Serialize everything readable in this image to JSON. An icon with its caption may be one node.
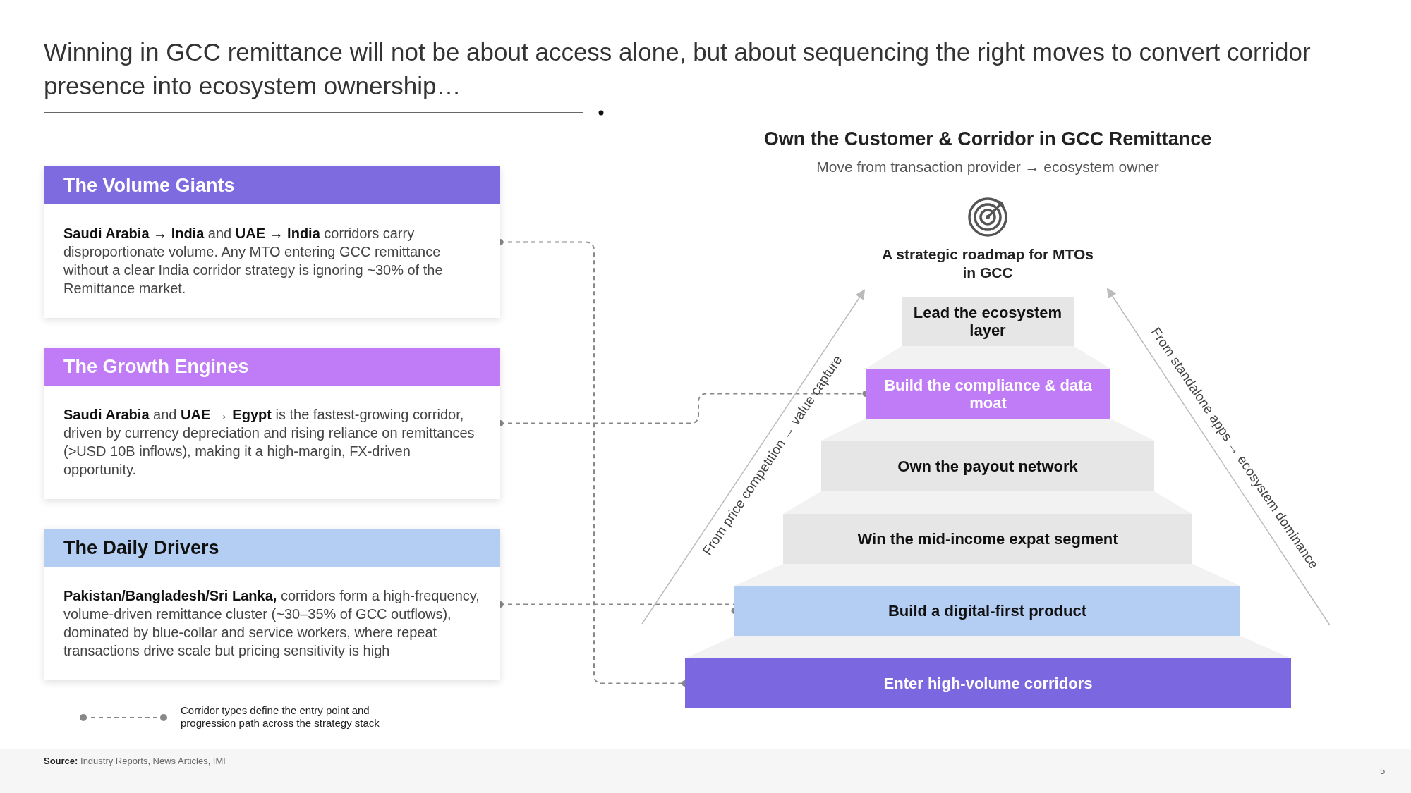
{
  "diagram": {
    "title": "Winning in GCC remittance will not be about access alone, but about sequencing the right moves to convert corridor presence into ecosystem ownership…",
    "nodes": [
      {
        "text": [
          "The Volume Giants",
          "**Saudi Arabia → India** and **UAE → India** corridors carry disproportionate volume. Any MTO entering GCC remittance without a clear India corridor strategy is ignoring ~30% of the Remittance market."
        ]
      },
      {
        "text": [
          "The Growth Engines",
          "**Saudi Arabia** and **UAE → Egypt** is the fastest-growing corridor, driven by currency depreciation and rising reliance on remittances (>USD 10B inflows), making it a high-margin, FX-driven opportunity."
        ]
      },
      {
        "text": [
          "The Daily Drivers",
          "**Pakistan/Bangladesh/Sri Lanka,** corridors form a high-frequency, volume-driven remittance cluster (~30–35% of GCC outflows), dominated by blue-collar and service workers, where repeat transactions drive scale but pricing sensitivity is high"
        ]
      },
      {
        "text": [
          "Lead the ecosystem layer"
        ]
      },
      {
        "text": [
          "Build the compliance & data moat"
        ]
      },
      {
        "text": [
          "Own the payout network"
        ]
      },
      {
        "text": [
          "Win the mid-income expat segment"
        ]
      },
      {
        "text": [
          "Build a digital-first product"
        ]
      },
      {
        "text": [
          "Enter high-volume corridors"
        ]
      }
    ],
    "edges": [
      {
        "from": 0,
        "to": 8,
        "arrow": "other",
        "style": "dashed"
      },
      {
        "from": 1,
        "to": 4,
        "arrow": "other",
        "style": "dashed"
      },
      {
        "from": 2,
        "to": 7,
        "arrow": "other",
        "style": "dashed"
      }
    ],
    "labels": [
      "Own the Customer & Corridor in GCC Remittance",
      "Move from transaction provider → ecosystem owner",
      "A strategic roadmap for MTOs in GCC",
      "From price competition → value capture",
      "From standalone apps → ecosystem dominance",
      "**Source:** Industry Reports, News Articles, IMF",
      "5"
    ],
    "legend": [
      {
        "text": "Corridor types define the entry point and progression path across the strategy stack"
      }
    ]
  }
}
